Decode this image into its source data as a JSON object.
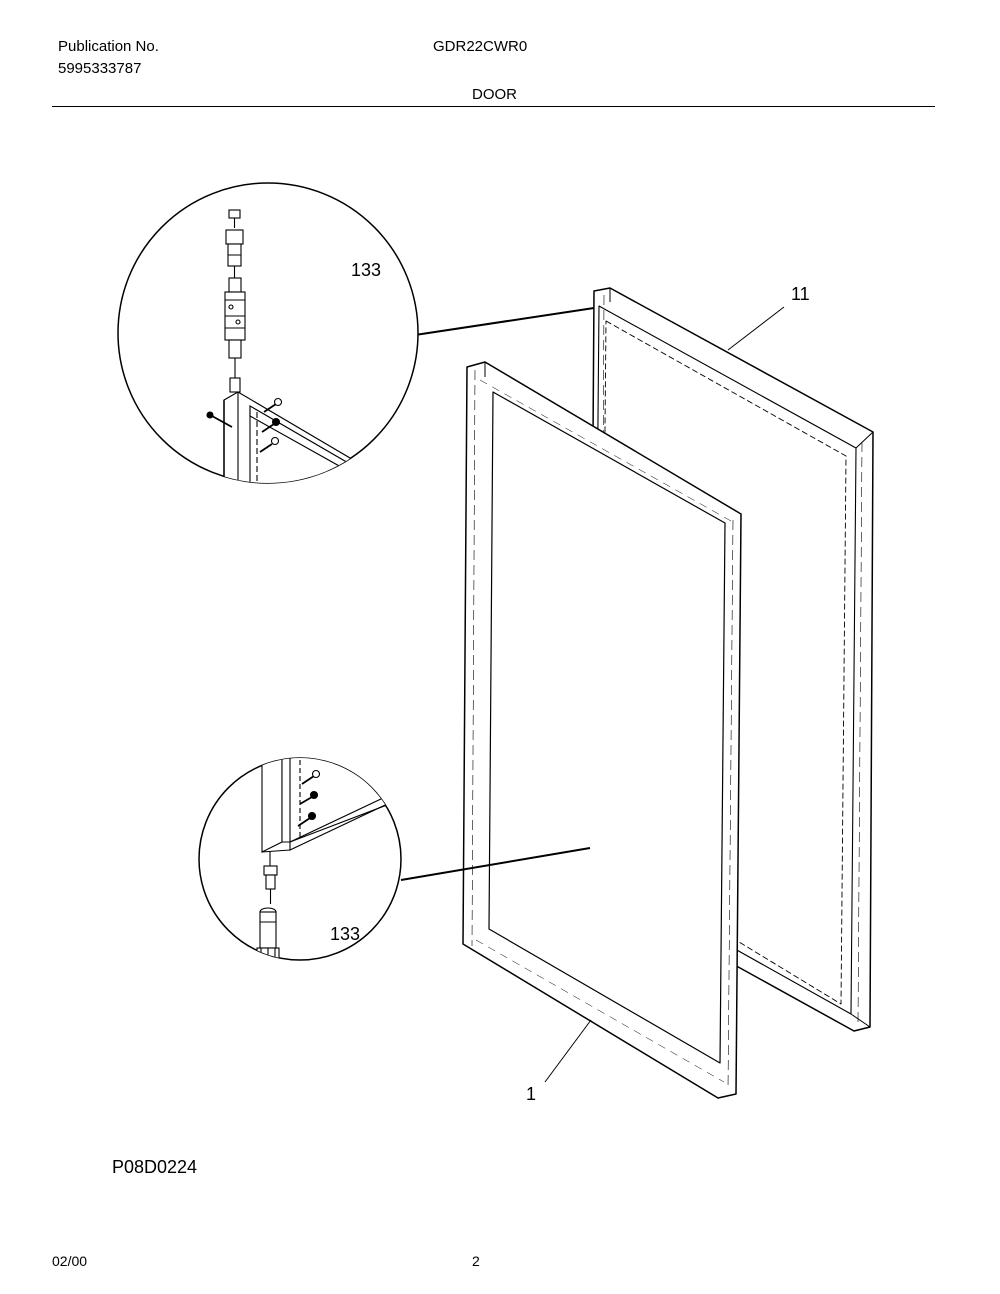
{
  "header": {
    "publication_label": "Publication No.",
    "publication_number": "5995333787",
    "model": "GDR22CWR0",
    "section_title": "DOOR"
  },
  "diagram": {
    "callouts": {
      "hinge_top": "133",
      "hinge_bottom": "133",
      "door_panel": "11",
      "gasket": "1"
    },
    "drawing_id": "P08D0224"
  },
  "footer": {
    "date": "02/00",
    "page": "2"
  }
}
